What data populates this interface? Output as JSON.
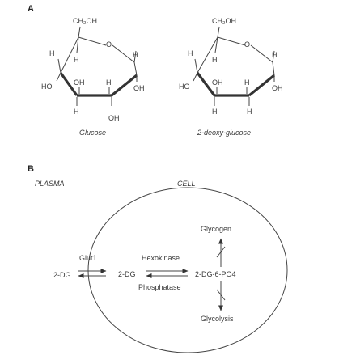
{
  "panel_a": {
    "letter": "A",
    "sugars": [
      {
        "name": "Glucose",
        "ch2oh": "CH₂OH",
        "ring_o": "O",
        "c4_h_up": "H",
        "c5_h": "H",
        "c1_h_up": "H",
        "c4_oh": "HO",
        "c3_oh": "OH",
        "c2_h": "H",
        "c1_oh": "OH",
        "c3_h_down": "H",
        "c2_sub": "OH"
      },
      {
        "name": "2-deoxy-glucose",
        "ch2oh": "CH₂OH",
        "ring_o": "O",
        "c4_h_up": "H",
        "c5_h": "H",
        "c1_h_up": "H",
        "c4_oh": "HO",
        "c3_oh": "OH",
        "c2_h": "H",
        "c1_oh": "OH",
        "c3_h_down": "H",
        "c2_sub": "H"
      }
    ]
  },
  "panel_b": {
    "letter": "B",
    "plasma_label": "PLASMA",
    "cell_label": "CELL",
    "transporter": "Glut1",
    "substrate_outside": "2-DG",
    "substrate_inside": "2-DG",
    "enzyme_forward": "Hexokinase",
    "enzyme_reverse": "Phosphatase",
    "product": "2-DG-6-PO4",
    "pathway_up": "Glycogen",
    "pathway_down": "Glycolysis"
  }
}
